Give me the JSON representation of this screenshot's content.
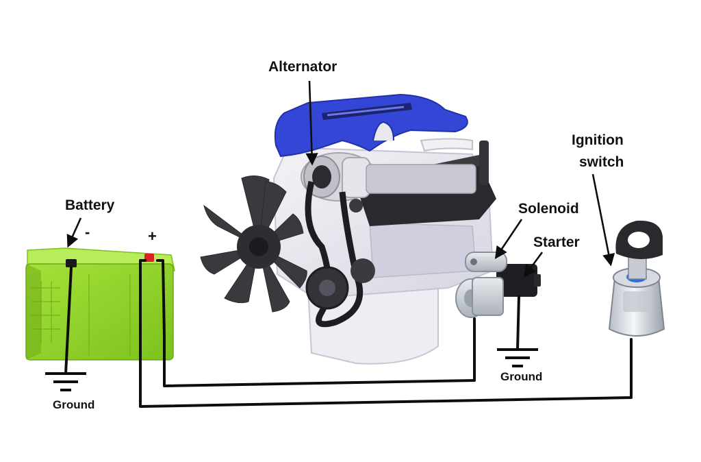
{
  "labels": {
    "alternator": "Alternator",
    "battery": "Battery",
    "battery_negative": "-",
    "battery_positive": "+",
    "solenoid": "Solenoid",
    "starter": "Starter",
    "ignition_line1": "Ignition",
    "ignition_line2": "switch",
    "ground_battery": "Ground",
    "ground_starter": "Ground"
  },
  "colors": {
    "battery_body": "#8fd12a",
    "engine_cover": "#3346d6",
    "wire": "#0d0d0d",
    "positive_terminal": "#d92222",
    "negative_terminal": "#1a1a1a"
  },
  "icons": {
    "battery": "car-battery-icon",
    "engine": "engine-block-icon",
    "starter": "starter-motor-icon",
    "ignition": "ignition-key-switch-icon",
    "ground": "ground-symbol-icon"
  }
}
